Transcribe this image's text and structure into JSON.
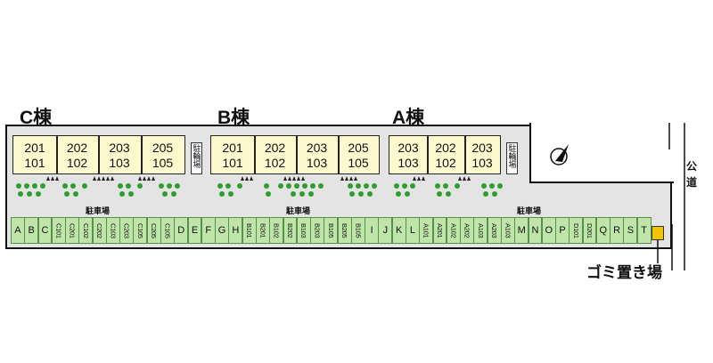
{
  "buildings": {
    "c": {
      "label": "C棟",
      "top": [
        "201",
        "202",
        "203",
        "205"
      ],
      "bottom": [
        "101",
        "102",
        "103",
        "105"
      ]
    },
    "b": {
      "label": "B棟",
      "top": [
        "201",
        "202",
        "203",
        "205"
      ],
      "bottom": [
        "101",
        "102",
        "103",
        "105"
      ]
    },
    "a": {
      "label": "A棟",
      "top": [
        "203",
        "202",
        "203"
      ],
      "bottom": [
        "103",
        "102",
        "103"
      ]
    }
  },
  "bicycle_parking": "駐輪場",
  "parking_label": "駐車場",
  "road_label": "公道",
  "trash_label": "ゴミ置き場",
  "lots": [
    "A",
    "B",
    "C",
    "C101",
    "C201",
    "C102",
    "C202",
    "C103",
    "C203",
    "C105",
    "C205",
    "C105",
    "D",
    "E",
    "F",
    "G",
    "H",
    "B101",
    "B201",
    "B102",
    "B202",
    "B103",
    "B203",
    "B105",
    "B205",
    "B105",
    "I",
    "J",
    "K",
    "L",
    "A101",
    "A201",
    "A102",
    "A202",
    "A103",
    "A203",
    "A103",
    "M",
    "N",
    "O",
    "P",
    "D101",
    "D201",
    "Q",
    "R",
    "S",
    "T"
  ],
  "colors": {
    "building_fill": "#fdf9cf",
    "lot_fill": "#bfe6a8",
    "tree": "#2f9e2f",
    "trash_bin": "#f2c500",
    "ground": "#e4e4e4"
  },
  "icons": [
    "north-arrow-icon",
    "tree-icon",
    "entrance-triangle-icon"
  ]
}
